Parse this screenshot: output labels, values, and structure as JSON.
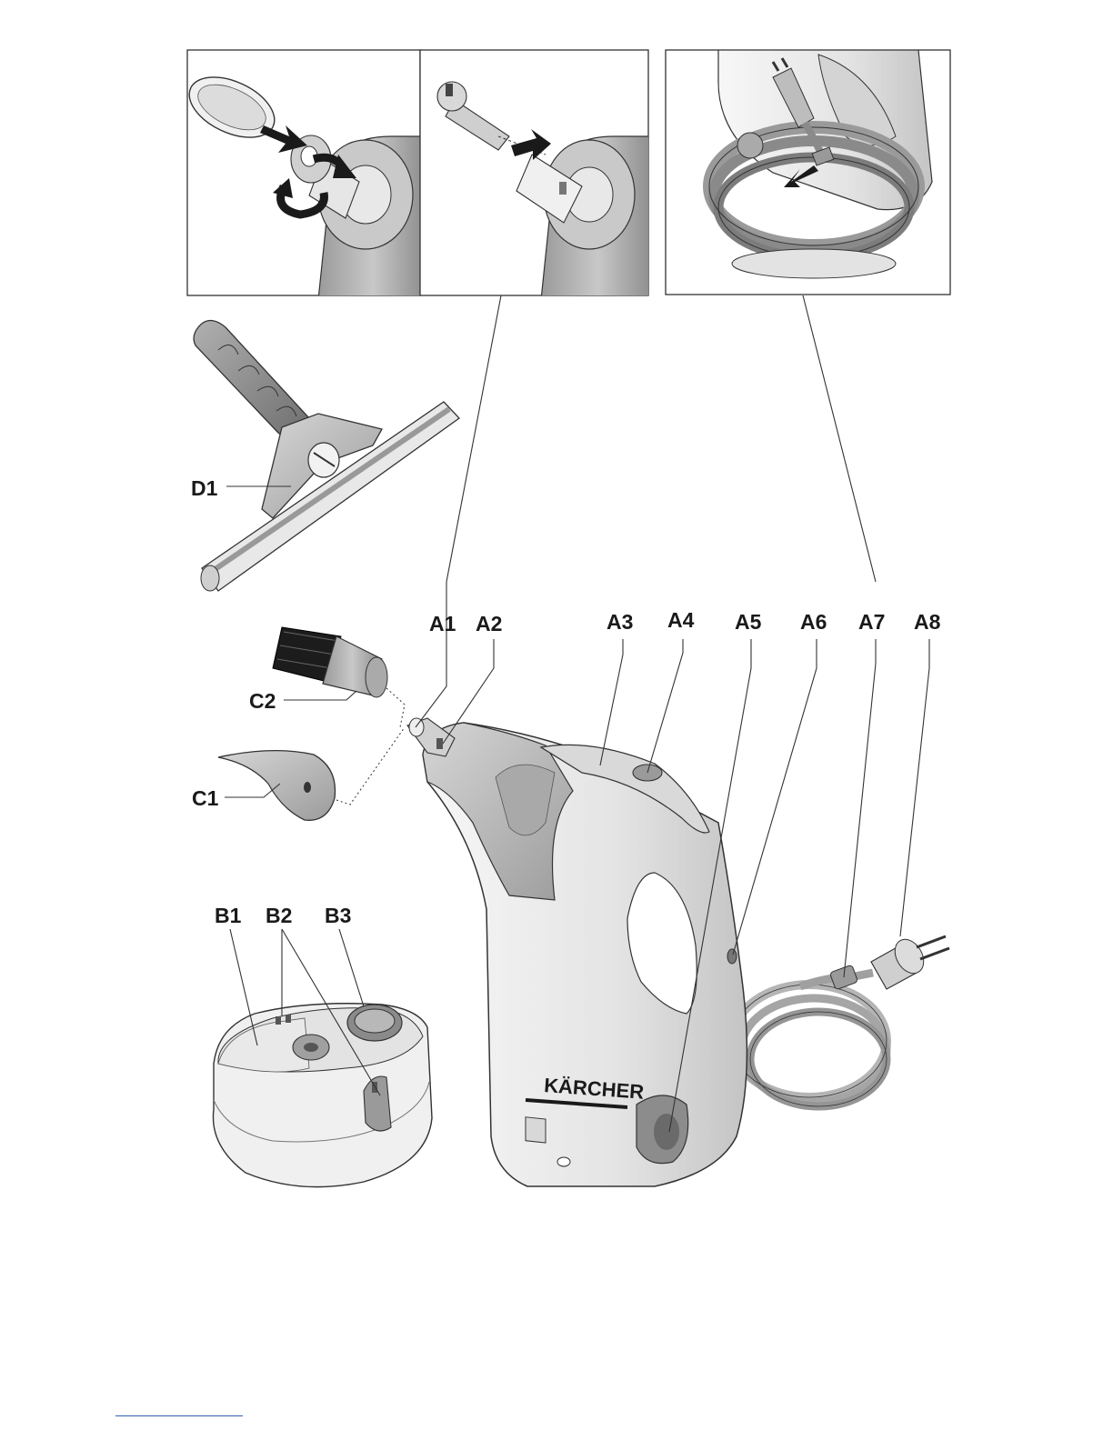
{
  "brand": {
    "logo_text": "KÄRCHER",
    "color": "#e6c800"
  },
  "colors": {
    "body_light": "#ececec",
    "body_mid": "#bdbdbd",
    "body_dark": "#8a8a8a",
    "outline": "#333333"
  },
  "labels": {
    "A1": "A1",
    "A2": "A2",
    "A3": "A3",
    "A4": "A4",
    "A5": "A5",
    "A6": "A6",
    "A7": "A7",
    "A8": "A8",
    "B1": "B1",
    "B2": "B2",
    "B3": "B3",
    "C1": "C1",
    "C2": "C2",
    "D1": "D1"
  }
}
